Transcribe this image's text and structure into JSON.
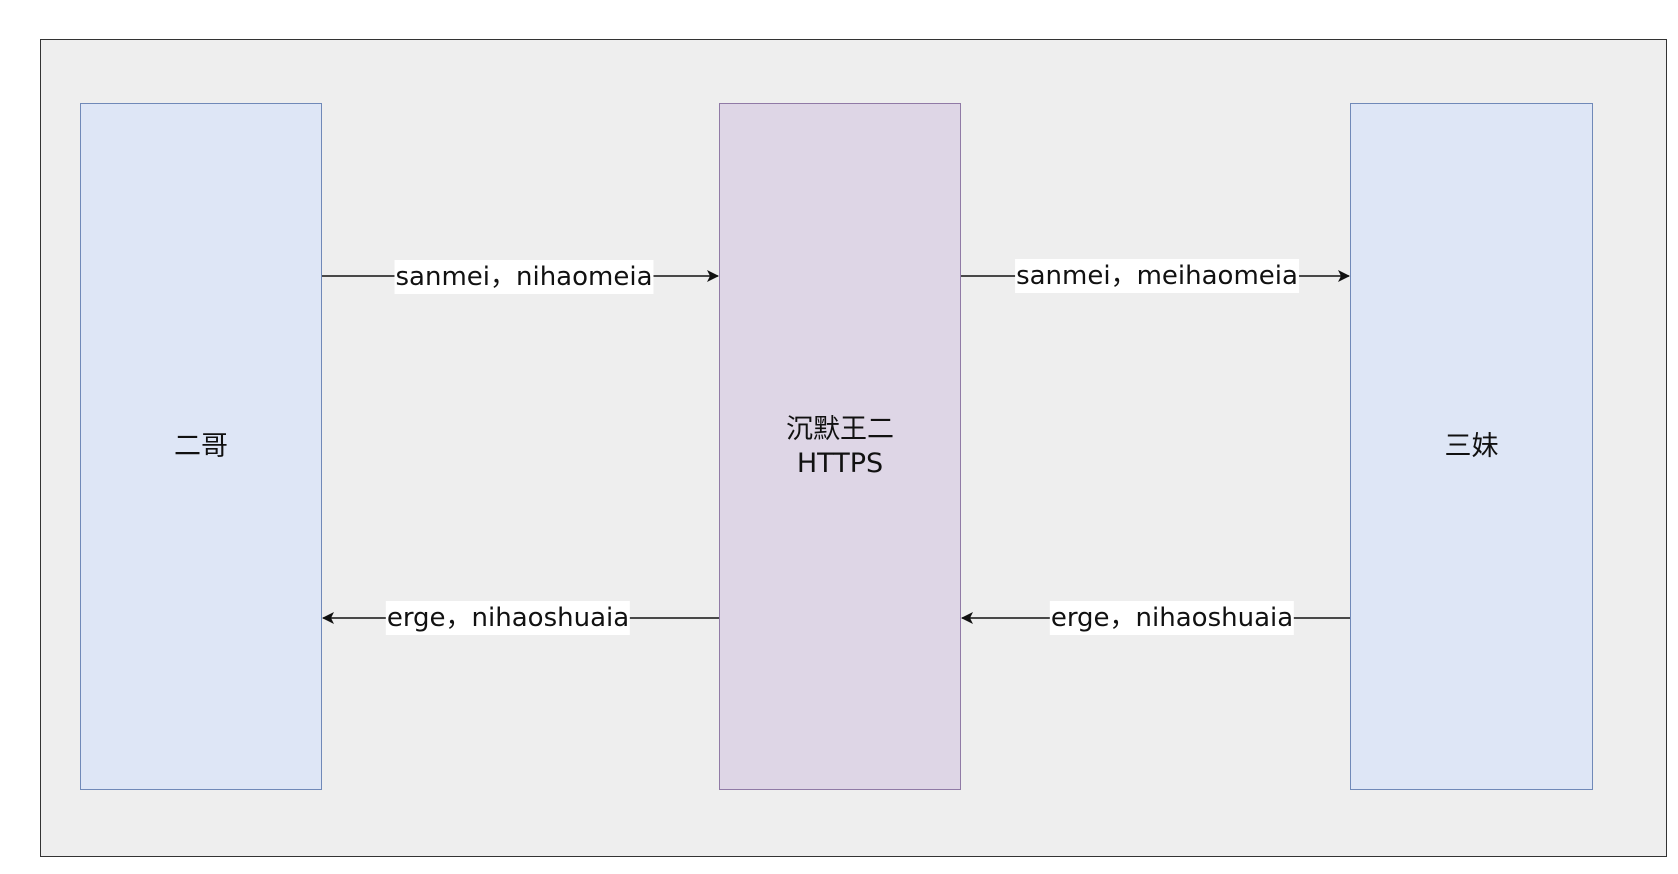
{
  "diagram": {
    "container": {
      "fill": "#eeeeee",
      "stroke": "#333333"
    },
    "nodes": {
      "erge": {
        "label": "二哥",
        "fill": "#dee6f6",
        "stroke": "#7089b8"
      },
      "middle": {
        "line1": "沉默王二",
        "line2": "HTTPS",
        "fill": "#ded6e6",
        "stroke": "#907aa6"
      },
      "sanmei": {
        "label": "三妹",
        "fill": "#dee6f6",
        "stroke": "#7089b8"
      }
    },
    "edges": {
      "erge_to_middle": "sanmei，nihaomeia",
      "middle_to_sanmei": "sanmei，meihaomeia",
      "middle_to_erge": "erge，nihaoshuaia",
      "sanmei_to_middle": "erge，nihaoshuaia"
    },
    "edge_color": "#111111"
  }
}
